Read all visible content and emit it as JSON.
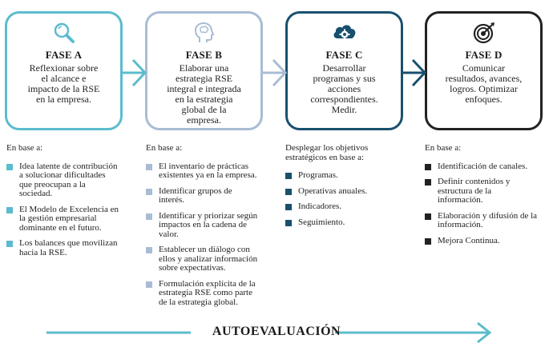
{
  "colors": {
    "phase_a": "#5bbccd",
    "phase_b": "#a9bcd4",
    "phase_c": "#19506e",
    "phase_d": "#222222",
    "footer_arrow": "#5bbccd"
  },
  "phases": [
    {
      "icon": "magnifier-icon",
      "title": "FASE A",
      "lines": [
        "Reflexionar sobre",
        "el alcance e",
        "impacto de la RSE",
        "en la empresa."
      ]
    },
    {
      "icon": "brain-head-icon",
      "title": "FASE B",
      "lines": [
        "Elaborar una",
        "estrategia RSE",
        "integral e integrada",
        "en la estrategia",
        "global de la",
        "empresa."
      ]
    },
    {
      "icon": "cloud-gear-icon",
      "title": "FASE C",
      "lines": [
        "Desarrollar",
        "programas y sus",
        "acciones",
        "correspondientes.",
        "Medir."
      ]
    },
    {
      "icon": "target-icon",
      "title": "FASE D",
      "lines": [
        "Comunicar",
        "resultados, avances,",
        "logros. Optimizar",
        "enfoques."
      ]
    }
  ],
  "columns": [
    {
      "intro_lines": [
        "En base a:"
      ],
      "items": [
        [
          "Idea latente de contribución",
          "a solucionar dificultades",
          "que preocupan a la",
          "sociedad."
        ],
        [
          "El Modelo de Excelencia en",
          "la gestión empresarial",
          "dominante en el futuro."
        ],
        [
          "Los balances que movilizan",
          "hacia la RSE."
        ]
      ]
    },
    {
      "intro_lines": [
        "En base a:"
      ],
      "items": [
        [
          "El inventario de prácticas",
          "existentes ya en la empresa."
        ],
        [
          "Identificar grupos de",
          "interés."
        ],
        [
          "Identificar y priorizar según",
          "impactos en la cadena de",
          "valor."
        ],
        [
          "Establecer un diálogo con",
          "ellos y analizar información",
          "sobre expectativas."
        ],
        [
          "Formulación explícita de la",
          "estrategia RSE como parte",
          "de la estrategia global."
        ]
      ]
    },
    {
      "intro_lines": [
        "Desplegar los objetivos",
        "estratégicos en base a:"
      ],
      "items": [
        [
          "Programas."
        ],
        [
          "Operativas anuales."
        ],
        [
          "Indicadores."
        ],
        [
          "Seguimiento."
        ]
      ]
    },
    {
      "intro_lines": [
        "En base a:"
      ],
      "items": [
        [
          "Identificación de canales."
        ],
        [
          "Definir contenidos y",
          "estructura de la",
          "información."
        ],
        [
          "Elaboración y difusión de la",
          "información."
        ],
        [
          "Mejora Continua."
        ]
      ]
    }
  ],
  "footer": {
    "label": "AUTOEVALUACIÓN"
  }
}
